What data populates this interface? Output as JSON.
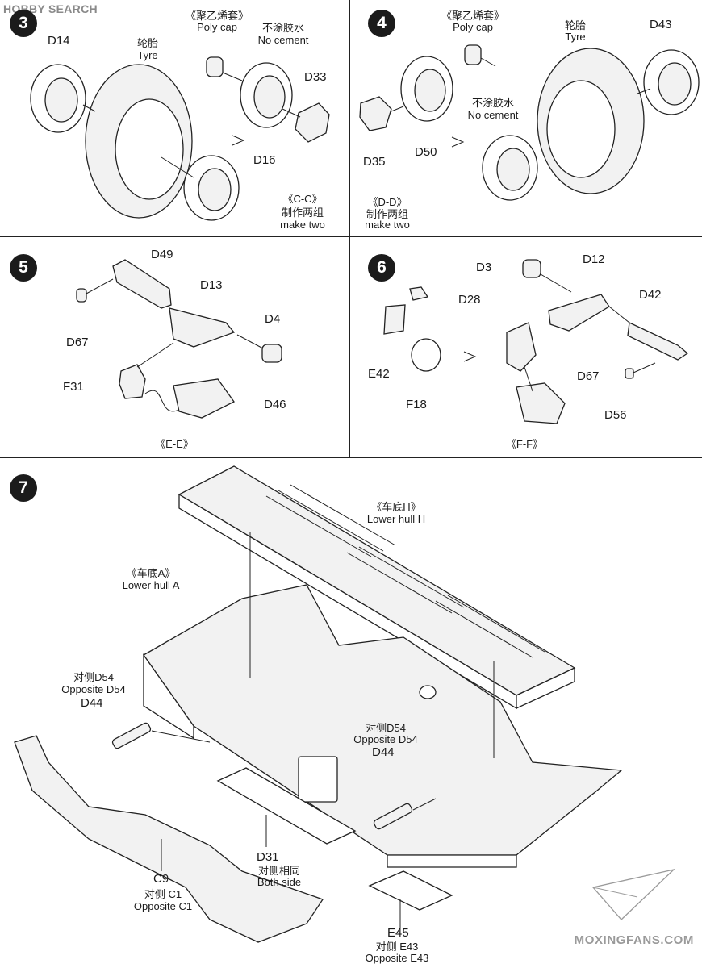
{
  "watermark_top": "HOBBY SEARCH",
  "watermark_bottom": "MOXINGFANS.COM",
  "steps": {
    "s3": {
      "number": "3",
      "poly_cn": "《聚乙烯套》",
      "poly_en": "Poly cap",
      "tyre_cn": "轮胎",
      "tyre_en": "Tyre",
      "nocement_cn": "不涂胶水",
      "nocement_en": "No cement",
      "parts": [
        "D14",
        "D33",
        "D16"
      ],
      "group": "《C-C》",
      "make_cn": "制作两组",
      "make_en": "make two"
    },
    "s4": {
      "number": "4",
      "poly_cn": "《聚乙烯套》",
      "poly_en": "Poly cap",
      "tyre_cn": "轮胎",
      "tyre_en": "Tyre",
      "nocement_cn": "不涂胶水",
      "nocement_en": "No cement",
      "parts": [
        "D43",
        "D35",
        "D50"
      ],
      "group": "《D-D》",
      "make_cn": "制作两组",
      "make_en": "make two"
    },
    "s5": {
      "number": "5",
      "parts": [
        "D49",
        "D13",
        "D67",
        "D4",
        "F31",
        "D46"
      ],
      "group": "《E-E》"
    },
    "s6": {
      "number": "6",
      "parts": [
        "D3",
        "D12",
        "D28",
        "D42",
        "E42",
        "D67",
        "F18",
        "D56"
      ],
      "group": "《F-F》"
    },
    "s7": {
      "number": "7",
      "hullH_cn": "《车底H》",
      "hullH_en": "Lower hull H",
      "hullA_cn": "《车底A》",
      "hullA_en": "Lower hull A",
      "opp_cn": "对侧D54",
      "opp_en": "Opposite D54",
      "d44": "D44",
      "opp2_cn": "对侧D54",
      "opp2_en": "Opposite D54",
      "d44b": "D44",
      "d31": "D31",
      "both_cn": "对侧相同",
      "both_en": "Both side",
      "c9": "C9",
      "c1_cn": "对侧 C1",
      "c1_en": "Opposite C1",
      "e45": "E45",
      "e43_cn": "对侧 E43",
      "e43_en": "Opposite E43"
    }
  }
}
